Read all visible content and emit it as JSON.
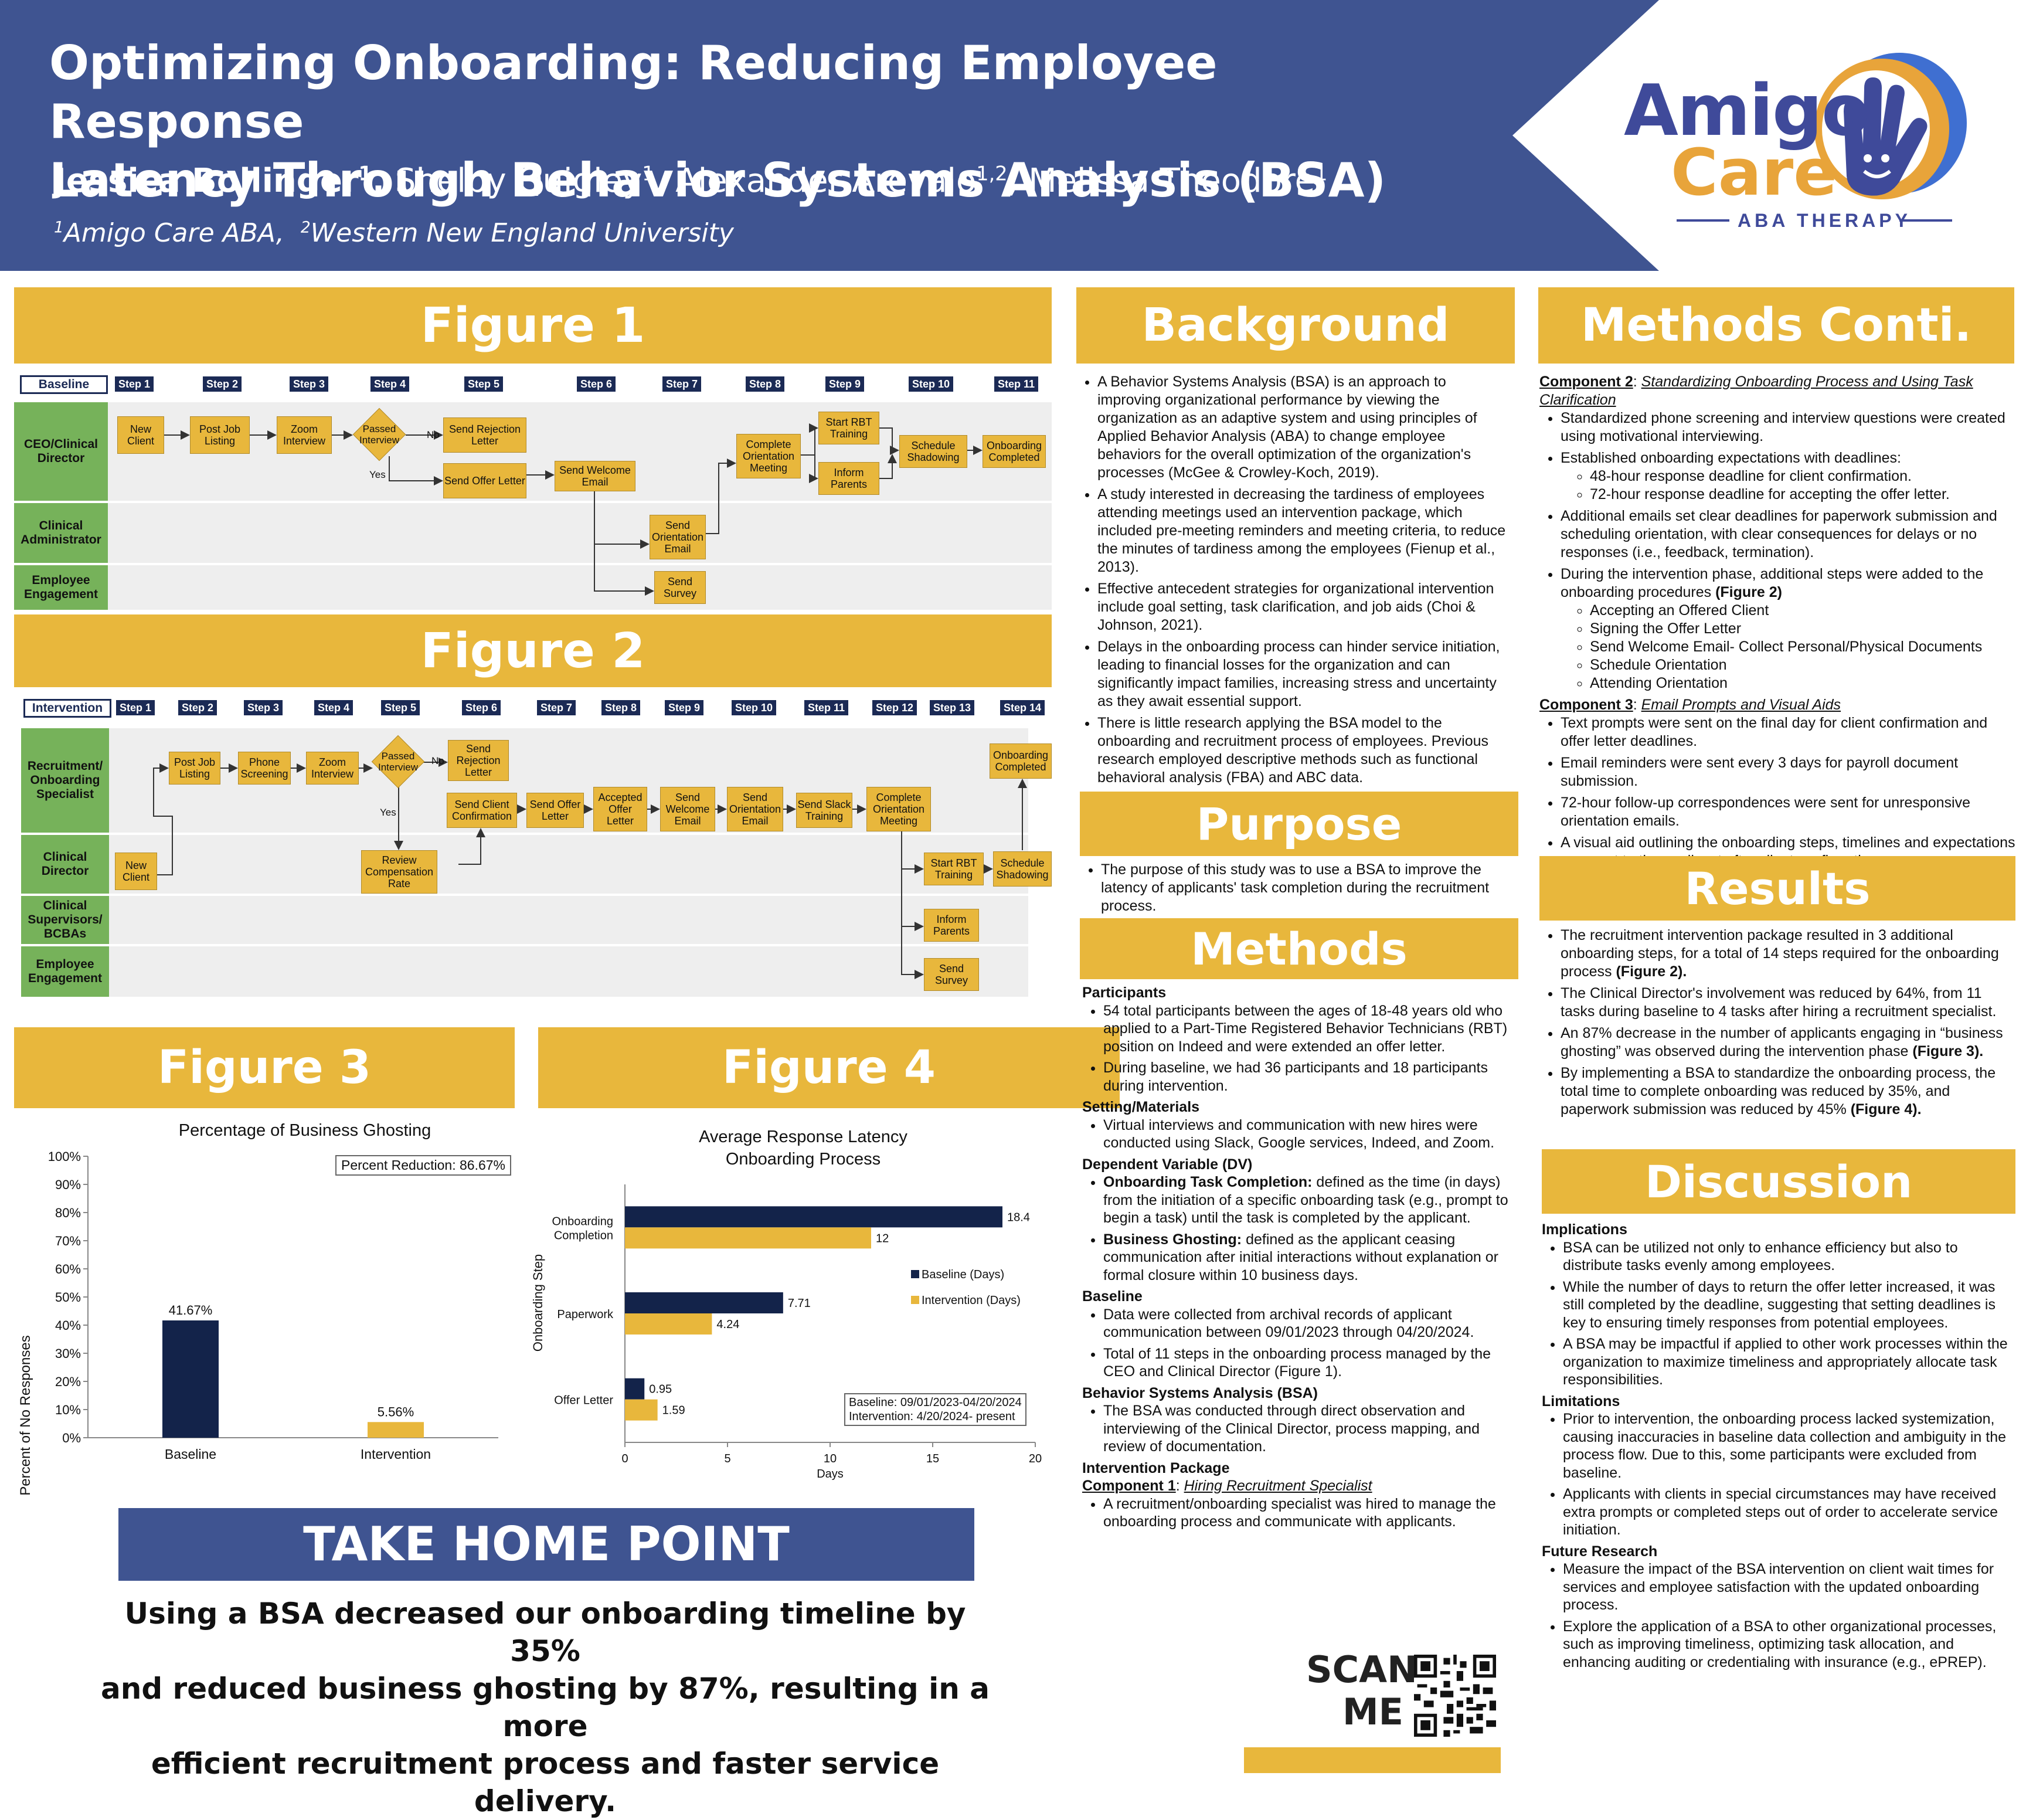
{
  "header": {
    "title_line1": "Optimizing Onboarding: Reducing Employee Response",
    "title_line2": "Latency Through Behavior Systems Analysis (BSA)",
    "author_lead": "Jessica Bollinger",
    "author_lead_sup": "1",
    "authors_rest": [
      {
        "name": "Shelby Quigley",
        "sup": "1"
      },
      {
        "name": "Alexander Arevalo",
        "sup": "1,2"
      },
      {
        "name": "Melissa Theodore",
        "sup": "1"
      }
    ],
    "affiliation_1_sup": "1",
    "affiliation_1": "Amigo Care ABA,",
    "affiliation_2_sup": "2",
    "affiliation_2": "Western New England University",
    "logo_word1": "Amigo",
    "logo_word2": "Care",
    "logo_tagline": "ABA THERAPY",
    "colors": {
      "header_bg": "#3f5491",
      "accent": "#e8b73c",
      "lane_label": "#76b25a",
      "navy": "#1b2a55"
    }
  },
  "figure1": {
    "banner": "Figure 1",
    "phase": "Baseline",
    "steps": [
      "Step 1",
      "Step 2",
      "Step 3",
      "Step 4",
      "Step 5",
      "Step 6",
      "Step 7",
      "Step 8",
      "Step 9",
      "Step 10",
      "Step 11"
    ],
    "lanes": [
      "CEO/Clinical Director",
      "Clinical Administrator",
      "Employee Engagement"
    ],
    "nodes": {
      "new_client": "New Client",
      "post_job": "Post Job Listing",
      "zoom": "Zoom Interview",
      "passed": "Passed Interview",
      "rejection": "Send Rejection Letter",
      "offer": "Send Offer Letter",
      "welcome": "Send Welcome Email",
      "orient_email": "Send Orientation Email",
      "survey": "Send Survey",
      "orient_meet": "Complete Orientation Meeting",
      "rbt": "Start RBT Training",
      "parents": "Inform Parents",
      "shadow": "Schedule Shadowing",
      "completed": "Onboarding Completed"
    },
    "no": "No",
    "yes": "Yes"
  },
  "figure2": {
    "banner": "Figure 2",
    "phase": "Intervention",
    "steps": [
      "Step 1",
      "Step 2",
      "Step 3",
      "Step 4",
      "Step 5",
      "Step 6",
      "Step 7",
      "Step 8",
      "Step 9",
      "Step 10",
      "Step 11",
      "Step 12",
      "Step 13",
      "Step 14"
    ],
    "lanes": [
      "Recruitment/ Onboarding Specialist",
      "Clinical Director",
      "Clinical Supervisors/ BCBAs",
      "Employee Engagement"
    ],
    "nodes": {
      "new_client": "New Client",
      "post_job": "Post Job Listing",
      "phone": "Phone Screening",
      "zoom": "Zoom Interview",
      "passed": "Passed Interview",
      "rejection": "Send Rejection Letter",
      "review": "Review Compensation Rate",
      "confirm": "Send Client Confirmation",
      "offer": "Send Offer Letter",
      "accepted": "Accepted Offer Letter",
      "welcome": "Send Welcome Email",
      "orient_email": "Send Orientation Email",
      "slack": "Send Slack Training",
      "orient_meet": "Complete Orientation Meeting",
      "rbt": "Start RBT Training",
      "shadow": "Schedule Shadowing",
      "completed": "Onboarding Completed",
      "parents": "Inform Parents",
      "survey": "Send Survey"
    },
    "no": "No",
    "yes": "Yes"
  },
  "figure3": {
    "banner": "Figure 3",
    "chart_data": {
      "type": "bar",
      "title": "Percentage of Business Ghosting",
      "ylabel": "Percent of No Responses",
      "xlabel": "",
      "categories": [
        "Baseline",
        "Intervention"
      ],
      "values": [
        41.67,
        5.56
      ],
      "value_labels": [
        "41.67%",
        "5.56%"
      ],
      "ylim": [
        0,
        100
      ],
      "yticks": [
        "0%",
        "10%",
        "20%",
        "30%",
        "40%",
        "50%",
        "60%",
        "70%",
        "80%",
        "90%",
        "100%"
      ],
      "annotation": "Percent Reduction: 86.67%",
      "colors": [
        "#13234a",
        "#e8b73c"
      ]
    }
  },
  "figure4": {
    "banner": "Figure 4",
    "chart_data": {
      "type": "bar",
      "orientation": "horizontal",
      "title": "Average Response Latency Onboarding Process",
      "title_line1": "Average Response Latency",
      "title_line2": "Onboarding Process",
      "xlabel": "Days",
      "ylabel": "Onboarding Step",
      "categories": [
        "Onboarding Completion",
        "Paperwork",
        "Offer Letter"
      ],
      "series": [
        {
          "name": "Baseline (Days)",
          "values": [
            18.4,
            7.71,
            0.95
          ],
          "color": "#13234a"
        },
        {
          "name": "Intervention (Days)",
          "values": [
            12,
            4.24,
            1.59
          ],
          "color": "#e8b73c"
        }
      ],
      "value_labels": [
        [
          "18.4",
          "12"
        ],
        [
          "7.71",
          "4.24"
        ],
        [
          "0.95",
          "1.59"
        ]
      ],
      "xlim": [
        0,
        20
      ],
      "xticks": [
        "0",
        "5",
        "10",
        "15",
        "20"
      ],
      "note_line1": "Baseline: 09/01/2023-04/20/2024",
      "note_line2": "Intervention: 4/20/2024- present",
      "legend": "right"
    }
  },
  "take_home": {
    "title": "TAKE HOME POINT",
    "line1": "Using a BSA decreased our onboarding timeline by 35%",
    "line2": "and reduced business ghosting by 87%, resulting in a more",
    "line3": "efficient recruitment process and faster service delivery."
  },
  "background": {
    "banner": "Background",
    "bullets": [
      "A Behavior Systems Analysis (BSA) is an approach to improving organizational performance by viewing the organization as an adaptive system and using principles of Applied Behavior Analysis (ABA) to change employee behaviors for the overall optimization of the organization's processes (McGee & Crowley-Koch, 2019).",
      "A study interested in decreasing the tardiness of employees attending meetings used an intervention package, which included pre-meeting reminders and meeting criteria, to reduce the minutes of tardiness among the employees (Fienup et al., 2013).",
      "Effective antecedent strategies for organizational intervention include goal setting, task clarification, and job aids (Choi & Johnson, 2021).",
      "Delays in the onboarding process can hinder service initiation, leading to financial losses for the organization and can significantly impact families, increasing stress and uncertainty as they await essential support.",
      "There is little research applying the BSA model to the onboarding and recruitment process of employees. Previous research employed descriptive methods such as functional behavioral analysis (FBA) and ABC data."
    ]
  },
  "purpose": {
    "banner": "Purpose",
    "text": "The purpose of this study was to use a BSA to improve the latency of applicants' task completion during the recruitment process."
  },
  "methods": {
    "banner": "Methods",
    "participants_h": "Participants",
    "participants": [
      "54 total participants between the ages of 18-48 years old who applied to a Part-Time Registered Behavior Technicians (RBT) position on Indeed and were extended an offer letter.",
      "During baseline, we had 36 participants and 18 participants during intervention."
    ],
    "setting_h": "Setting/Materials",
    "setting": "Virtual interviews and communication with new hires were conducted using Slack, Google services, Indeed, and Zoom.",
    "dv_h": "Dependent Variable (DV)",
    "dv1_term": "Onboarding Task Completion:",
    "dv1_text": " defined as the time (in days) from the initiation of a specific onboarding task (e.g., prompt to begin a task) until the task is completed by the applicant.",
    "dv2_term": "Business Ghosting:",
    "dv2_text": " defined as the applicant ceasing communication after initial interactions without explanation or formal closure within 10 business days.",
    "baseline_h": "Baseline",
    "baseline": [
      "Data were collected from archival records of applicant communication between 09/01/2023 through 04/20/2024.",
      "Total of 11 steps in the onboarding process managed by the CEO and Clinical Director (Figure 1)."
    ],
    "bsa_h": "Behavior Systems Analysis (BSA)",
    "bsa": "The BSA was conducted through direct observation and interviewing of the Clinical Director, process mapping, and review of documentation.",
    "package_h": "Intervention Package",
    "comp1_label": "Component 1",
    "comp1_title": "Hiring Recruitment Specialist",
    "comp1": "A recruitment/onboarding specialist was hired to manage the onboarding process and communicate with applicants."
  },
  "methods_cont": {
    "banner": "Methods Conti.",
    "comp2_label": "Component 2",
    "comp2_title": "Standardizing Onboarding Process and Using Task Clarification",
    "comp2_b1": "Standardized phone screening and interview questions were created using motivational interviewing.",
    "comp2_b2": "Established onboarding expectations with deadlines:",
    "comp2_b2_sub": [
      "48-hour response deadline for client confirmation.",
      "72-hour response deadline for accepting the offer letter."
    ],
    "comp2_b3": "Additional emails set clear deadlines for paperwork submission and scheduling orientation, with clear consequences for delays or no responses (i.e., feedback, termination).",
    "comp2_b4": "During the intervention phase, additional steps were added to the onboarding procedures ",
    "comp2_b4_fig": "(Figure 2)",
    "comp2_b4_sub": [
      "Accepting an Offered Client",
      "Signing the Offer Letter",
      "Send Welcome Email- Collect Personal/Physical Documents",
      "Schedule Orientation",
      "Attending Orientation"
    ],
    "comp3_label": "Component 3",
    "comp3_title": "Email Prompts and Visual Aids",
    "comp3": [
      "Text prompts were sent on the final day for client confirmation and offer letter deadlines.",
      "Email reminders were sent every 3 days for payroll document submission.",
      "72-hour follow-up correspondences were sent for unresponsive orientation emails.",
      "A visual aid outlining the onboarding steps, timelines and expectations was sent to the applicant after client confirmation."
    ]
  },
  "results": {
    "banner": "Results",
    "b1": "The recruitment intervention package resulted in 3 additional onboarding steps, for a total of 14 steps required for the onboarding process ",
    "b1_fig": "(Figure 2).",
    "b2": "The Clinical Director's involvement was reduced by 64%, from 11 tasks during baseline to 4 tasks after hiring a recruitment specialist.",
    "b3": "An 87% decrease in the number of applicants engaging in “business ghosting” was observed during the intervention phase ",
    "b3_fig": "(Figure 3).",
    "b4": "By implementing a BSA to standardize the onboarding process, the total time to complete onboarding was reduced by 35%, and paperwork submission was reduced by 45% ",
    "b4_fig": "(Figure 4)."
  },
  "discussion": {
    "banner": "Discussion",
    "implications_h": "Implications",
    "implications": [
      "BSA can be utilized not only to enhance efficiency but also to distribute tasks evenly among employees.",
      "While the number of days to return the offer letter increased, it was still completed by the deadline, suggesting that setting deadlines is key to ensuring timely responses from potential employees.",
      "A BSA may be impactful if applied to other work processes within the organization to maximize timeliness and appropriately allocate task responsibilities."
    ],
    "limitations_h": "Limitations",
    "limitations": [
      "Prior to intervention, the onboarding process lacked systemization, causing inaccuracies in baseline data collection and ambiguity in the process flow. Due to this, some participants were excluded from baseline.",
      "Applicants with clients in special circumstances may have received extra prompts or completed steps out of order to accelerate service initiation."
    ],
    "future_h": "Future Research",
    "future": [
      "Measure the impact of the BSA intervention on client wait times for services and employee satisfaction with the updated onboarding process.",
      "Explore the application of a BSA to other organizational processes, such as improving timeliness, optimizing task allocation, and enhancing auditing or credentialing with insurance (e.g., ePREP)."
    ]
  },
  "scan": {
    "line1": "SCAN",
    "line2": "ME"
  }
}
